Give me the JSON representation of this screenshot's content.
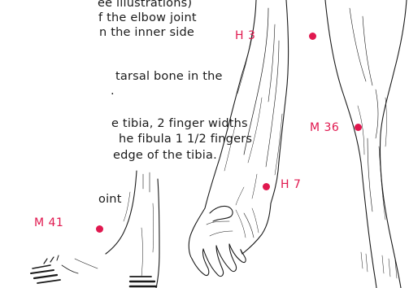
{
  "text": {
    "lines": [
      "ee illustrations)",
      "f the elbow joint",
      "n the inner side",
      "",
      "tarsal bone in the",
      ".",
      "e tibia, 2 finger widths",
      "he fibula 1 1/2 fingers",
      "edge of the tibia.",
      "",
      "oint"
    ]
  },
  "points": {
    "h3": {
      "label": "H 3"
    },
    "h7": {
      "label": "H 7"
    },
    "m36": {
      "label": "M 36"
    },
    "m41": {
      "label": "M 41"
    }
  },
  "colors": {
    "point": "#e0184f",
    "ink": "#1a1a1a"
  }
}
